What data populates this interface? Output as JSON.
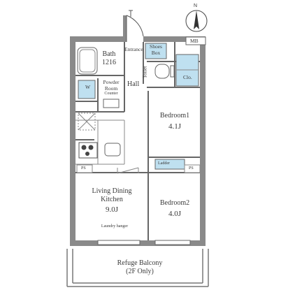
{
  "compass": {
    "north_label": "N"
  },
  "rooms": {
    "bath": {
      "name": "Bath",
      "size": "1216"
    },
    "powder_room": {
      "name_line1": "Powder",
      "name_line2": "Room",
      "sub": "Counter"
    },
    "wash_machine": {
      "label": "W"
    },
    "entrance": {
      "label": "Entrance"
    },
    "shoes_box": {
      "line1": "Shoes",
      "line2": "Box"
    },
    "toilet": {
      "label": "Toilet"
    },
    "closet": {
      "label": "Clo."
    },
    "hall": {
      "label": "Hall"
    },
    "bedroom1": {
      "name": "Bedroom1",
      "size": "4.1J"
    },
    "ldk": {
      "name_line1": "Living Dining",
      "name_line2": "Kitchen",
      "size": "9.0J",
      "note": "Laundry hanger"
    },
    "bedroom2": {
      "name": "Bedroom2",
      "size": "4.0J"
    },
    "balcony": {
      "name": "Refuge Balcony",
      "sub": "(2F Only)"
    },
    "ladder": {
      "label": "Ladder"
    }
  },
  "tags": {
    "mb": "MB",
    "ps": "PS"
  },
  "colors": {
    "wall": "#7a7a7a",
    "line": "#555555",
    "accent_blue": "#bfe0f0",
    "ink": "#3a3a3a"
  }
}
